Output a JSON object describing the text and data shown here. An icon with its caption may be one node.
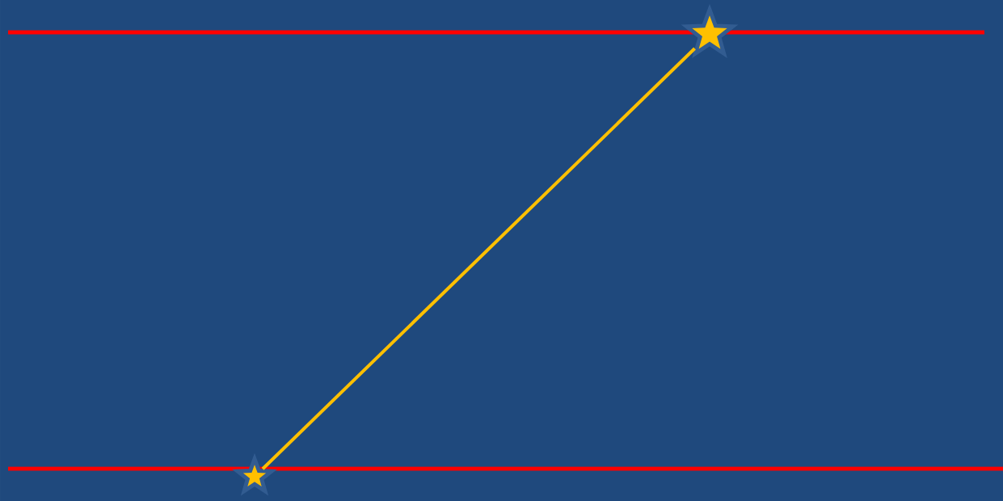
{
  "diagram": {
    "nodes": [
      {
        "text": [],
        "shape": "star"
      },
      {
        "text": [],
        "shape": "star"
      }
    ],
    "edges": [
      {
        "from": 0,
        "to": 1,
        "arrow": "none"
      }
    ]
  }
}
